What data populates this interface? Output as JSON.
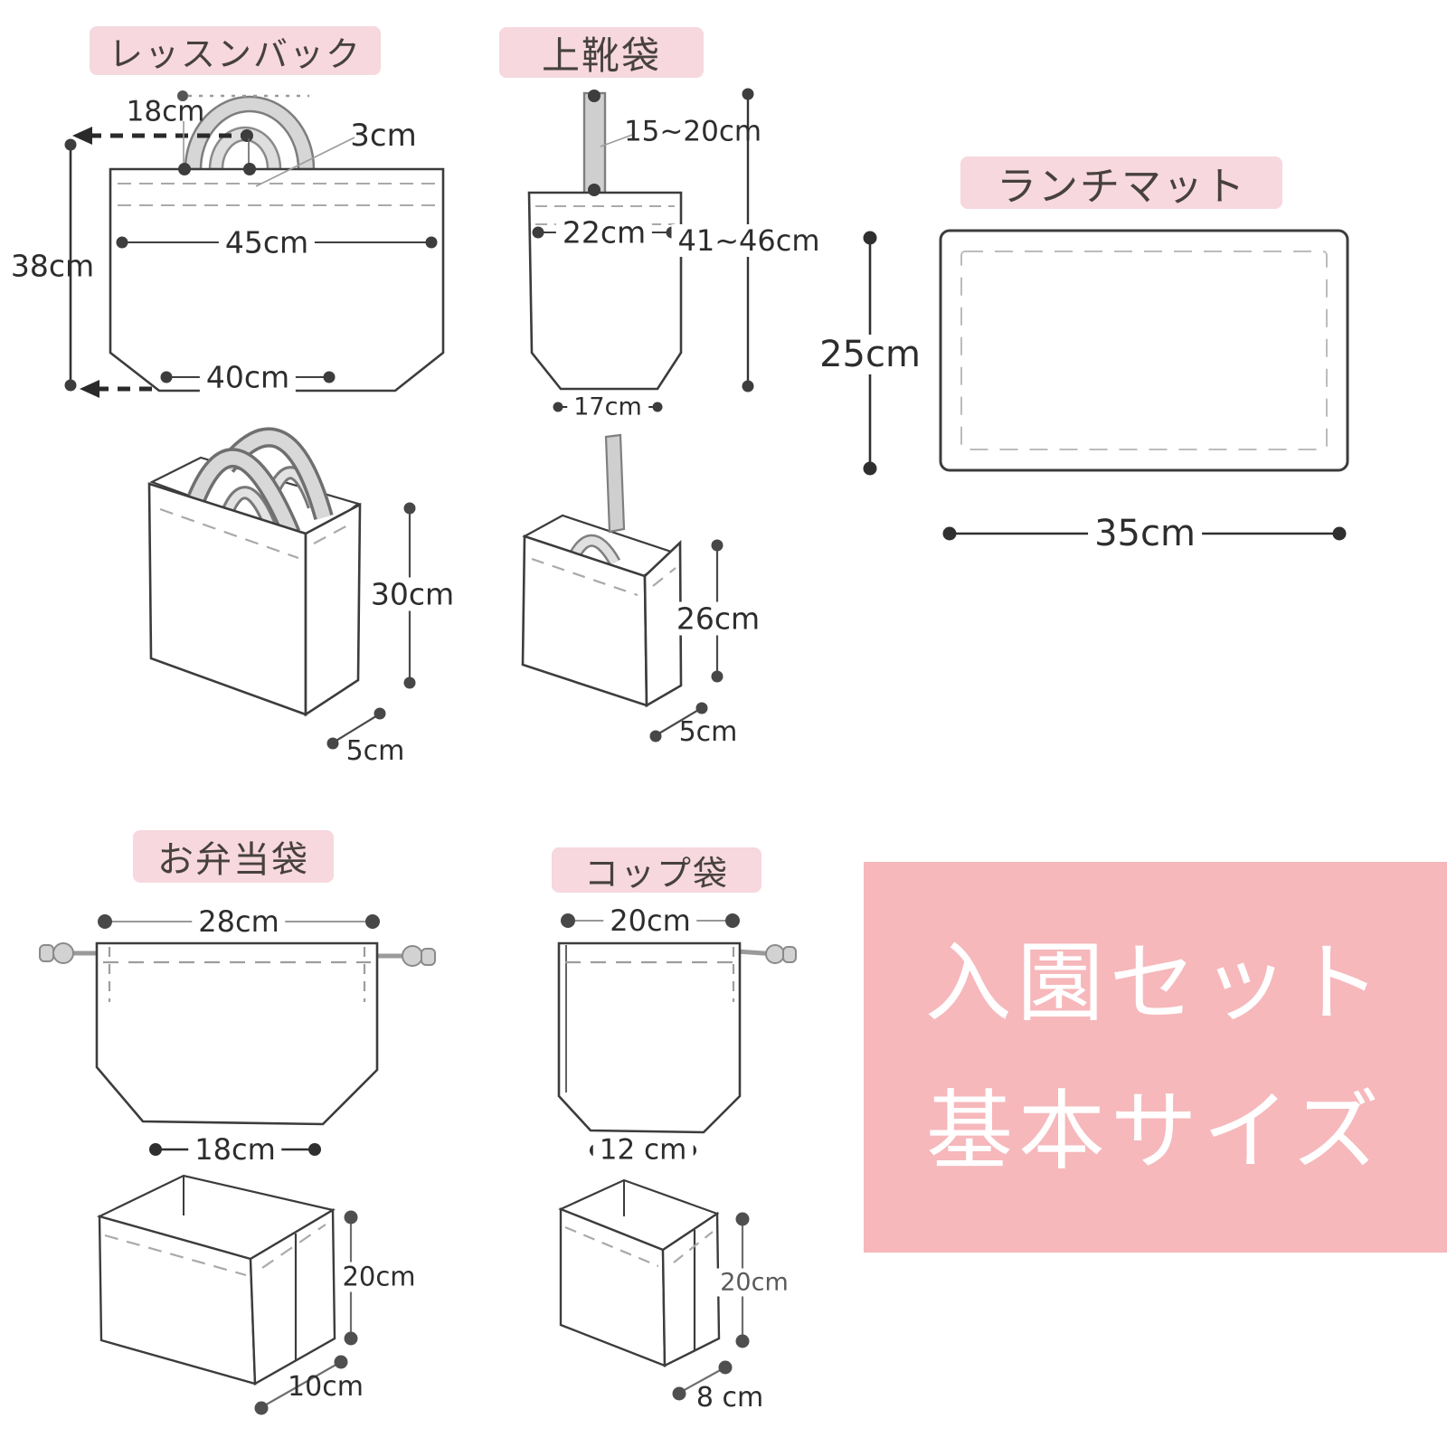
{
  "colors": {
    "highlight_pink": "#f6d8de",
    "panel_pink": "#f6b8bb",
    "ink": "#3c3c3c",
    "strap_gray": "#d6d6d6",
    "stitch_gray": "#a9a9a9"
  },
  "lesson_bag": {
    "title": "レッスンバック",
    "handle_gap": "18cm",
    "handle_width": "3cm",
    "top_width": "45cm",
    "height": "38cm",
    "bottom_width": "40cm",
    "side_height": "30cm",
    "depth": "5cm"
  },
  "shoe_bag": {
    "title": "上靴袋",
    "strap_length": "15~20cm",
    "top_width": "22cm",
    "height": "41~46cm",
    "bottom_width": "17cm",
    "side_height": "26cm",
    "depth": "5cm"
  },
  "lunch_mat": {
    "title": "ランチマット",
    "height": "25cm",
    "width": "35cm"
  },
  "bento_bag": {
    "title": "お弁当袋",
    "top_width": "28cm",
    "bottom_width": "18cm",
    "box_height": "20cm",
    "box_depth": "10cm"
  },
  "cup_bag": {
    "title": "コップ袋",
    "top_width": "20cm",
    "bottom_width": "12 cm",
    "box_height": "20cm",
    "box_depth": "8 cm"
  },
  "badge": {
    "line1": "入園セット",
    "line2": "基本サイズ"
  }
}
